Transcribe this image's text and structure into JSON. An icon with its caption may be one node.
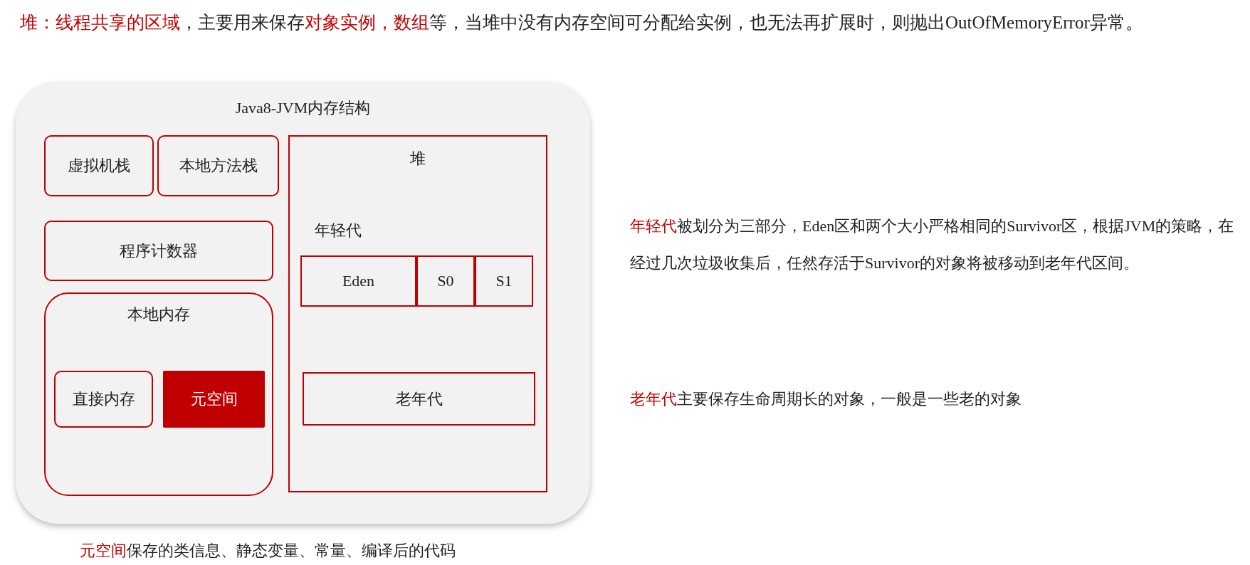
{
  "diagram": {
    "nodes": [
      {
        "text": [
          "Java8-JVM内存结构"
        ]
      },
      {
        "text": [
          "虚拟机栈"
        ],
        "in": 0
      },
      {
        "text": [
          "本地方法栈"
        ],
        "in": 0
      },
      {
        "text": [
          "程序计数器"
        ],
        "in": 0
      },
      {
        "text": [
          "本地内存"
        ],
        "in": 0
      },
      {
        "text": [
          "直接内存"
        ],
        "in": 4
      },
      {
        "text": [
          "元空间"
        ],
        "in": 4
      },
      {
        "text": [
          "堆"
        ],
        "in": 0
      },
      {
        "text": [
          "Eden"
        ],
        "in": 7
      },
      {
        "text": [
          "S0"
        ],
        "in": 7
      },
      {
        "text": [
          "S1"
        ],
        "in": 7
      },
      {
        "text": [
          "老年代"
        ],
        "in": 7
      }
    ],
    "labels": [
      "**堆：线程共享的区域**，主要用来保存**对象实例，数组**等，当堆中没有内存空间可分配给实例，也无法再扩展时，则抛出OutOfMemoryError异常。",
      "年轻代",
      "**年轻代**被划分为三部分，Eden区和两个大小严格相同的Survivor区，根据JVM的策略，在经过几次垃圾收集后，任然存活于Survivor的对象将被移动到老年代区间。",
      "**老年代**主要保存生命周期长的对象，一般是一些老的对象",
      "**元空间**保存的类信息、静态变量、常量、编译后的代码"
    ]
  }
}
